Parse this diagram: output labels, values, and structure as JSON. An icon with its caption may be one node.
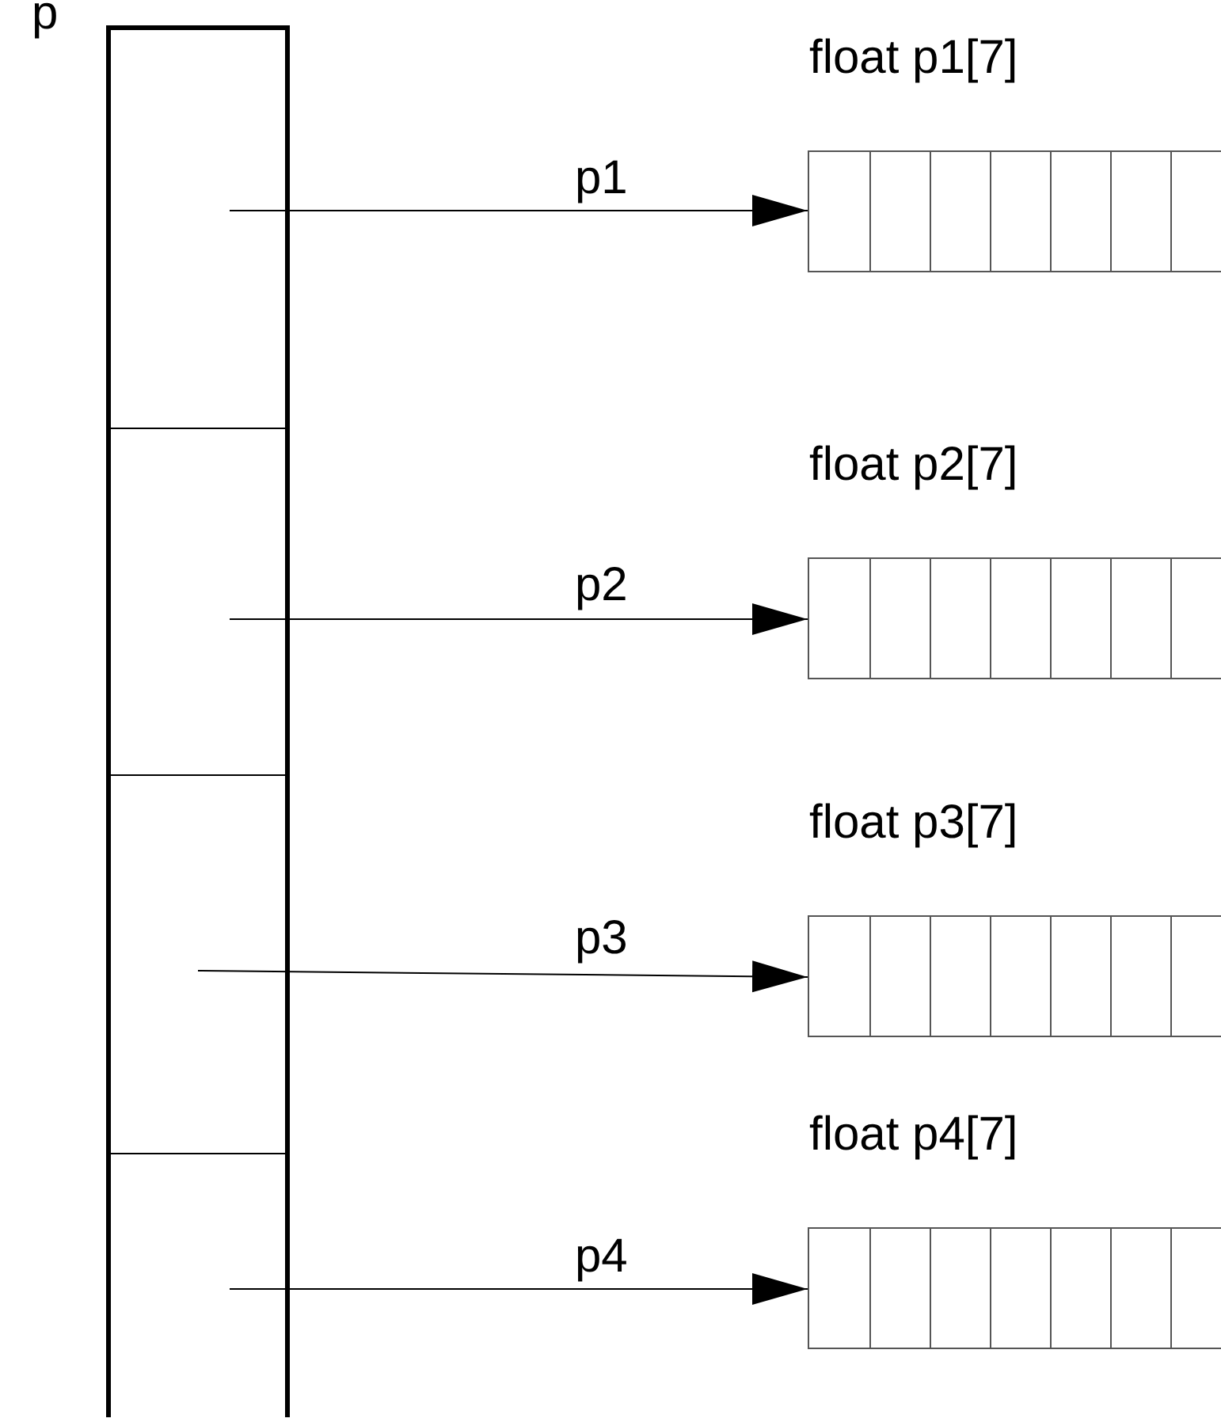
{
  "diagram": {
    "nodes": [
      {
        "text": [
          "p"
        ]
      },
      {
        "text": [],
        "shape": "box",
        "in": 0
      },
      {
        "text": [],
        "shape": "box",
        "in": 0
      },
      {
        "text": [],
        "shape": "box",
        "in": 0
      },
      {
        "text": [],
        "shape": "box",
        "in": 0
      },
      {
        "text": [
          "float p1[7]"
        ]
      },
      {
        "text": [
          "float p2[7]"
        ]
      },
      {
        "text": [
          "float p3[7]"
        ]
      },
      {
        "text": [
          "float p4[7]"
        ]
      }
    ],
    "edges": [
      {
        "from": 1,
        "to": 5,
        "arrow": "to",
        "label": "p1"
      },
      {
        "from": 2,
        "to": 6,
        "arrow": "to",
        "label": "p2"
      },
      {
        "from": 3,
        "to": 7,
        "arrow": "to",
        "label": "p3"
      },
      {
        "from": 4,
        "to": 8,
        "arrow": "to",
        "label": "p4"
      }
    ]
  }
}
